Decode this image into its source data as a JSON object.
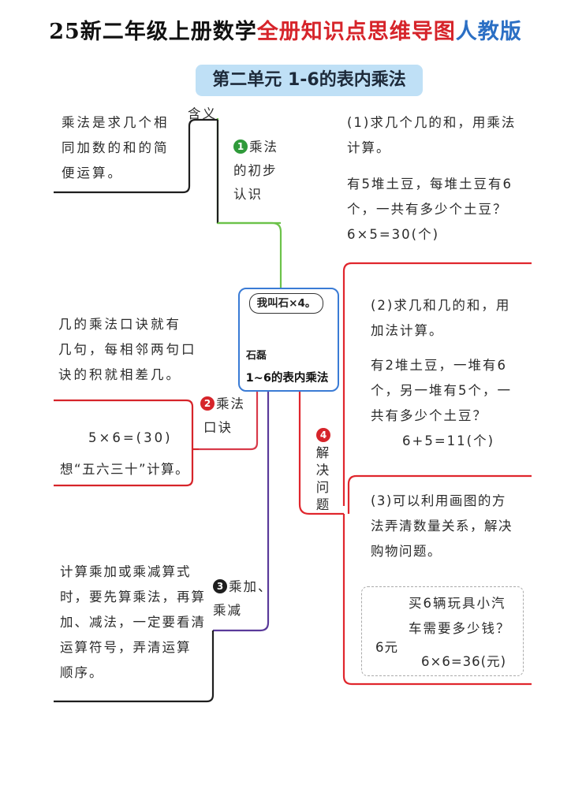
{
  "header": {
    "part1": "25新二年级上册数学",
    "part2": "全册知识点思维导图",
    "part3": "人教版"
  },
  "unit_title": "第二单元 1-6的表内乘法",
  "center": {
    "bubble": "我叫石×4。",
    "name": "石磊",
    "title": "1~6的表内乘法"
  },
  "branches": {
    "b1": {
      "number": "1",
      "label_lines": [
        "乘法",
        "的初步",
        "认识"
      ],
      "sub_label": "含义",
      "definition_lines": [
        "乘法是求几个相",
        "同加数的和的简",
        "便运算。"
      ]
    },
    "b2": {
      "number": "2",
      "label_lines": [
        "乘法",
        "口诀"
      ],
      "desc_lines": [
        "几的乘法口诀就有",
        "几句，每相邻两句口",
        "诀的积就相差几。"
      ],
      "example_expr": "5×6=(30)",
      "example_note": "想“五六三十”计算。"
    },
    "b3": {
      "number": "3",
      "label_lines": [
        "乘加、",
        "乘减"
      ],
      "desc_lines": [
        "计算乘加或乘减算式",
        "时，要先算乘法，再算",
        "加、减法，一定要看清",
        "运算符号，弄清运算",
        "顺序。"
      ]
    },
    "b4": {
      "number": "4",
      "label_chars": [
        "解",
        "决",
        "问",
        "题"
      ],
      "item1": {
        "lines": [
          "(1)求几个几的和，用乘法",
          "计算。"
        ],
        "example_lines": [
          "有5堆土豆，每堆土豆有6",
          "个，一共有多少个土豆？"
        ],
        "answer": "6×5=30(个)"
      },
      "item2": {
        "lines": [
          "(2)求几和几的和，用",
          "加法计算。"
        ],
        "example_lines": [
          "有2堆土豆，一堆有6",
          "个，另一堆有5个，一",
          "共有多少个土豆？"
        ],
        "answer": "6+5=11(个)"
      },
      "item3": {
        "lines": [
          "(3)可以利用画图的方",
          "法弄清数量关系，解决",
          "购物问题。"
        ],
        "example_lines": [
          "买6辆玩具小汽",
          "车需要多少钱？"
        ],
        "price": "6元",
        "answer": "6×6=36(元)"
      }
    }
  },
  "colors": {
    "green": "#6cc24a",
    "red": "#e0262d",
    "purple": "#6a3aa8",
    "dark": "#1e1e1e",
    "title_bg": "#bfe0f6",
    "center_border": "#3a7bd5"
  }
}
